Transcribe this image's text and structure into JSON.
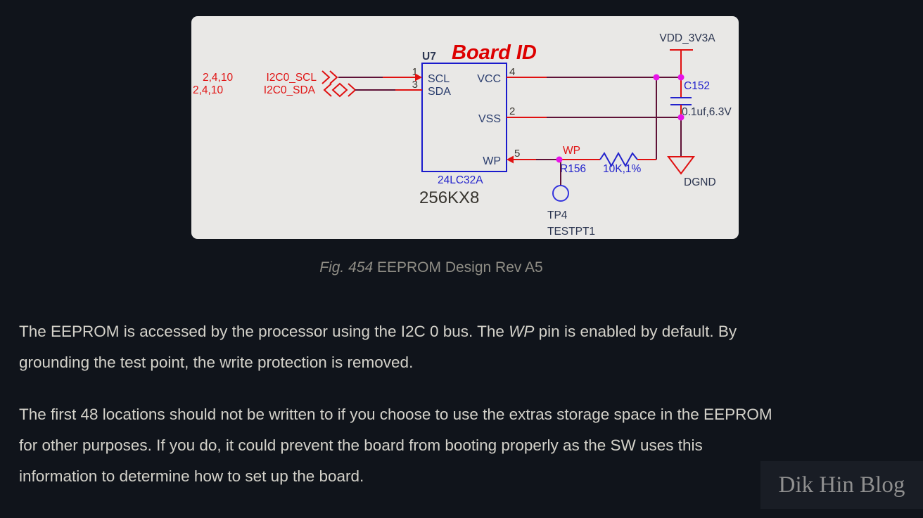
{
  "figure": {
    "caption_prefix": "Fig. 454",
    "caption_rest": " EEPROM Design Rev A5"
  },
  "schematic": {
    "title": "Board ID",
    "component": {
      "refdes": "U7",
      "part": "24LC32A",
      "capacity": "256KX8",
      "left_pins": [
        {
          "number": "1",
          "name": "SCL"
        },
        {
          "number": "3",
          "name": "SDA"
        }
      ],
      "right_pins": [
        {
          "number": "4",
          "name": "VCC"
        },
        {
          "number": "2",
          "name": "VSS"
        },
        {
          "number": "5",
          "name": "WP"
        }
      ]
    },
    "signals": {
      "scl": {
        "page_refs": "2,4,10",
        "net": "I2C0_SCL"
      },
      "sda": {
        "page_refs": "2,4,10",
        "net": "I2C0_SDA"
      },
      "wp_net": "WP"
    },
    "power": {
      "rail": "VDD_3V3A",
      "ground": "DGND"
    },
    "capacitor": {
      "refdes": "C152",
      "value": "0.1uf,6.3V"
    },
    "resistor": {
      "refdes": "R156",
      "value": "10K,1%"
    },
    "testpoint": {
      "refdes": "TP4",
      "part": "TESTPT1"
    },
    "colors": {
      "background": "#e9e8e6",
      "wire_red": "#e01010",
      "wire_dark": "#5f1237",
      "component_blue": "#2222cc",
      "label_navy": "#2b3550",
      "junction_magenta": "#e813e8",
      "title_red": "#dd0000"
    }
  },
  "paragraphs": {
    "p1": {
      "line1_pre": "The EEPROM is accessed by the processor using the I2C 0 bus. The ",
      "line1_italic": "WP",
      "line1_post": " pin is enabled by default. By",
      "line2": "grounding the test point, the write protection is removed."
    },
    "p2": {
      "lines": [
        "The first 48 locations should not be written to if you choose to use the extras storage space in the EEPROM",
        "for other purposes. If you do, it could prevent the board from booting properly as the SW uses this",
        "information to determine how to set up the board."
      ]
    }
  },
  "watermark": {
    "label": "Dik Hin Blog"
  },
  "page": {
    "background": "#10141b",
    "text_color": "#d4d2ca",
    "caption_color": "#8f8d85"
  }
}
